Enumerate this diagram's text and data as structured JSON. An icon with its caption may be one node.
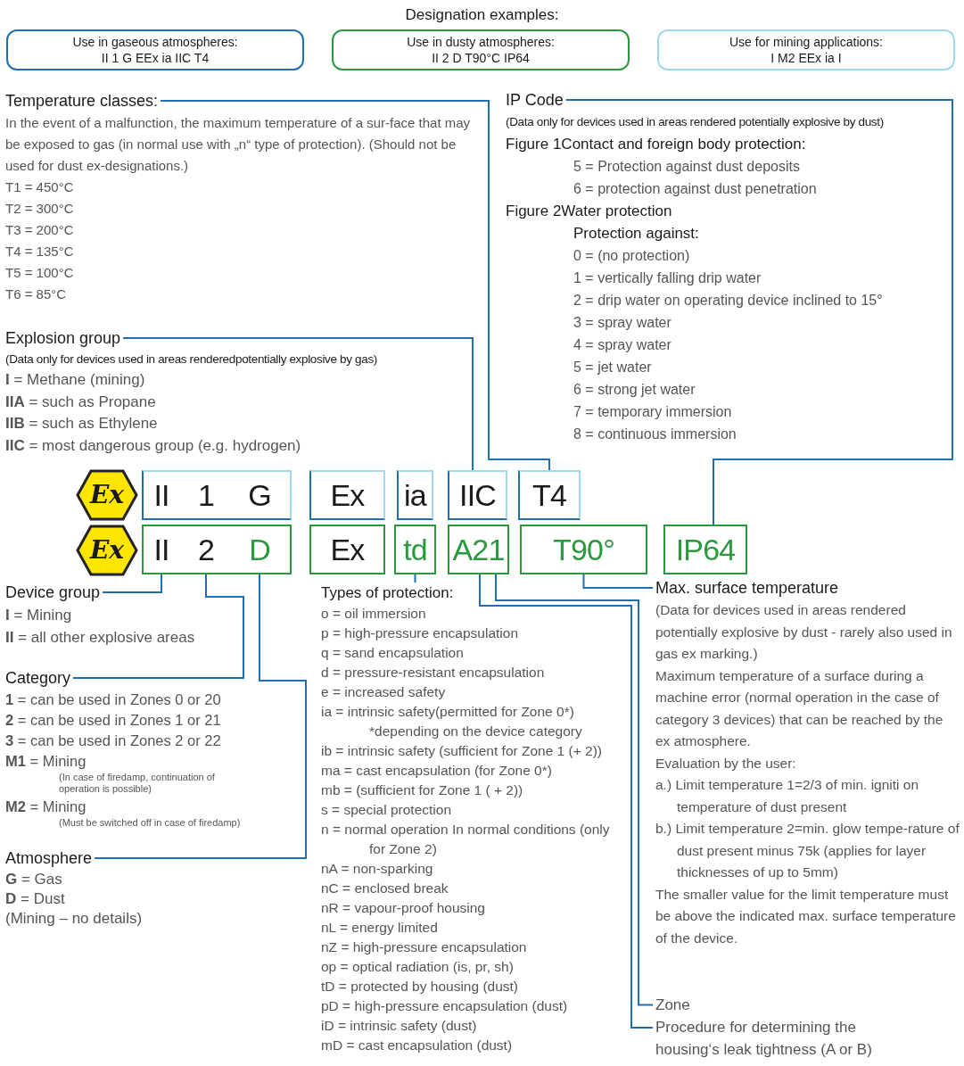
{
  "diagram": {
    "title": "Designation examples:",
    "nodes": [
      {
        "text": [
          "Use in gaseous atmospheres:",
          "II 1 G EEx ia IIC T4"
        ]
      },
      {
        "text": [
          "Use in dusty atmospheres:",
          "II 2 D T90°C IP64"
        ]
      },
      {
        "text": [
          "Use for mining applications:",
          "I M2 EEx ia I"
        ]
      },
      {
        "text": [
          "Temperature classes:"
        ],
        "beside": [
          "In the event of a malfunction, the maximum temperature of a sur-face that may be exposed to gas (in normal use with „n“ type of protection). (Should not be used for dust ex-designations.)",
          "T1 = 450°C",
          "T2 = 300°C",
          "T3 = 200°C",
          "T4 = 135°C",
          "T5 = 100°C",
          "T6 = 85°C"
        ]
      },
      {
        "text": [
          "IP Code"
        ],
        "beside": [
          "(Data only for devices used in areas rendered potentially explosive by dust)",
          "Figure 1Contact and foreign body protection:",
          "5 = Protection against dust deposits",
          "6 = protection against dust penetration",
          "Figure 2Water protection",
          "Protection against:",
          "0 = (no protection)",
          "1 = vertically falling drip water",
          "2 = drip water on operating device inclined to 15°",
          "3 = spray water",
          "4 = spray water",
          "5 = jet water",
          "6 = strong jet water",
          "7 = temporary immersion",
          "8 = continuous immersion"
        ]
      },
      {
        "text": [
          "Explosion group"
        ],
        "beside": [
          "(Data only for devices used in areas renderedpotentially explosive by gas)",
          "**I** = Methane (mining)",
          "**IIA** = such as Propane",
          "**IIB** = such as Ethylene",
          "**IIC** = most dangerous group (e.g. hydrogen)"
        ]
      },
      {
        "text": [
          "Ex"
        ]
      },
      {
        "text": [],
        "shape": "box"
      },
      {
        "text": [
          "II"
        ],
        "in": 7
      },
      {
        "text": [
          "1"
        ],
        "in": 7
      },
      {
        "text": [
          "G"
        ],
        "in": 7
      },
      {
        "text": [
          "Ex"
        ]
      },
      {
        "text": [
          "ia"
        ]
      },
      {
        "text": [
          "IIC"
        ]
      },
      {
        "text": [
          "T4"
        ]
      },
      {
        "text": [
          "Ex"
        ]
      },
      {
        "text": [],
        "shape": "box"
      },
      {
        "text": [
          "II"
        ],
        "in": 16
      },
      {
        "text": [
          "2"
        ],
        "in": 16
      },
      {
        "text": [
          "D"
        ],
        "in": 16
      },
      {
        "text": [
          "Ex"
        ]
      },
      {
        "text": [
          "td"
        ]
      },
      {
        "text": [
          "A21"
        ]
      },
      {
        "text": [
          "T90°"
        ]
      },
      {
        "text": [
          "IP64"
        ]
      },
      {
        "text": [
          "Device group"
        ],
        "beside": [
          "**I** = Mining",
          "**II** = all other explosive areas"
        ]
      },
      {
        "text": [
          "Types of protection:"
        ],
        "beside": [
          "o = oil immersion",
          "p = high-pressure encapsulation",
          "q = sand encapsulation",
          "d = pressure-resistant encapsulation",
          "e = increased safety",
          "ia = intrinsic safety(permitted for Zone 0*)",
          "*depending on the device category",
          "ib = intrinsic safety (sufficient for Zone 1 (+ 2))",
          "ma = cast encapsulation (for Zone 0*)",
          "mb = (sufficient for Zone 1 ( + 2))",
          "s = special protection",
          "n = normal operation In normal conditions (only for Zone 2)",
          "nA = non-sparking",
          "nC = enclosed break",
          "nR = vapour-proof housing",
          "nL = energy limited",
          "nZ = high-pressure encapsulation",
          "op = optical radiation (is, pr, sh)",
          "tD = protected by housing (dust)",
          "pD = high-pressure encapsulation (dust)",
          "iD = intrinsic safety (dust)",
          "mD = cast encapsulation (dust)"
        ]
      },
      {
        "text": [
          "Max. surface temperature"
        ],
        "beside": [
          "(Data for devices used in areas rendered potentially explosive by dust - rarely also used in gas ex marking.)",
          "Maximum temperature of a surface during a machine error (normal operation in the case of category 3 devices) that can be reached by the ex atmosphere.",
          "Evaluation by the user:",
          "a.) Limit temperature 1=2/3 of min. igniti on temperature of dust present",
          "b.) Limit temperature 2=min. glow tempe-rature of dust present minus 75k (applies for layer thicknesses of up to 5mm)",
          "The smaller value for the limit temperature must be above the indicated max. surface temperature of the device."
        ]
      },
      {
        "text": [
          "Category"
        ],
        "beside": [
          "**1** = can be used in Zones 0 or 20",
          "**2** = can be used in Zones 1 or 21",
          "**3** = can be used in Zones 2 or 22",
          "**M1** = Mining",
          "(In case of firedamp, continuation of operation is possible)",
          "**M2** = Mining",
          "(Must be switched off in case of firedamp)"
        ]
      },
      {
        "text": [
          "Atmosphere"
        ],
        "beside": [
          "**G** = Gas",
          "**D** = Dust",
          "(Mining – no details)"
        ]
      },
      {
        "text": [
          "Zone"
        ]
      },
      {
        "text": [
          "Procedure for determining the housing‘s leak tightness (A or B)"
        ]
      }
    ],
    "edges": [
      {
        "from": 3,
        "to": 14,
        "arrow": "none"
      },
      {
        "from": 5,
        "to": 13,
        "arrow": "none"
      },
      {
        "from": 4,
        "to": 24,
        "arrow": "none"
      },
      {
        "from": 17,
        "to": 25,
        "arrow": "none"
      },
      {
        "from": 18,
        "to": 28,
        "arrow": "none"
      },
      {
        "from": 19,
        "to": 29,
        "arrow": "none"
      },
      {
        "from": 21,
        "to": 26,
        "arrow": "none"
      },
      {
        "from": 23,
        "to": 27,
        "arrow": "none"
      },
      {
        "from": 22,
        "to": 30,
        "arrow": "none"
      },
      {
        "from": 22,
        "to": 31,
        "arrow": "none"
      }
    ]
  }
}
